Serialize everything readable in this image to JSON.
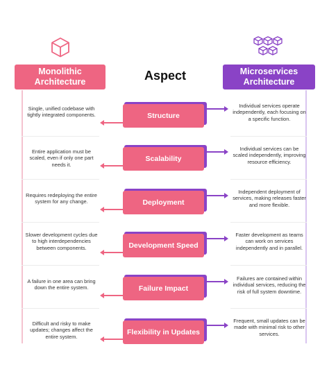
{
  "colors": {
    "monolith": "#ee6582",
    "microservices": "#8a43c6"
  },
  "icons": {
    "left": "cube-icon",
    "right": "cube-cluster-icon"
  },
  "headers": {
    "left": "Monolithic Architecture",
    "center": "Aspect",
    "right": "Microservices Architecture"
  },
  "rows": [
    {
      "aspect": "Structure",
      "monolithic": "Single, unified codebase with tightly integrated components.",
      "microservices": "Individual services operate independently, each focusing on a specific function."
    },
    {
      "aspect": "Scalability",
      "monolithic": "Entire application must be scaled, even if only one part needs it.",
      "microservices": "Individual services can be scaled independently, improving resource efficiency."
    },
    {
      "aspect": "Deployment",
      "monolithic": "Requires redeploying the entire system for any change.",
      "microservices": "Independent deployment of services, making releases faster and more flexible."
    },
    {
      "aspect": "Development Speed",
      "monolithic": "Slower development cycles due to high interdependencies between components.",
      "microservices": "Faster development as teams can work on services independently and in parallel."
    },
    {
      "aspect": "Failure Impact",
      "monolithic": "A failure in one area can bring down the entire system.",
      "microservices": "Failures are contained within individual services, reducing the risk of full system downtime."
    },
    {
      "aspect": "Flexibility in Updates",
      "monolithic": "Difficult and risky to make updates; changes affect the entire system.",
      "microservices": "Frequent, small updates can be made with minimal risk to other services."
    }
  ]
}
